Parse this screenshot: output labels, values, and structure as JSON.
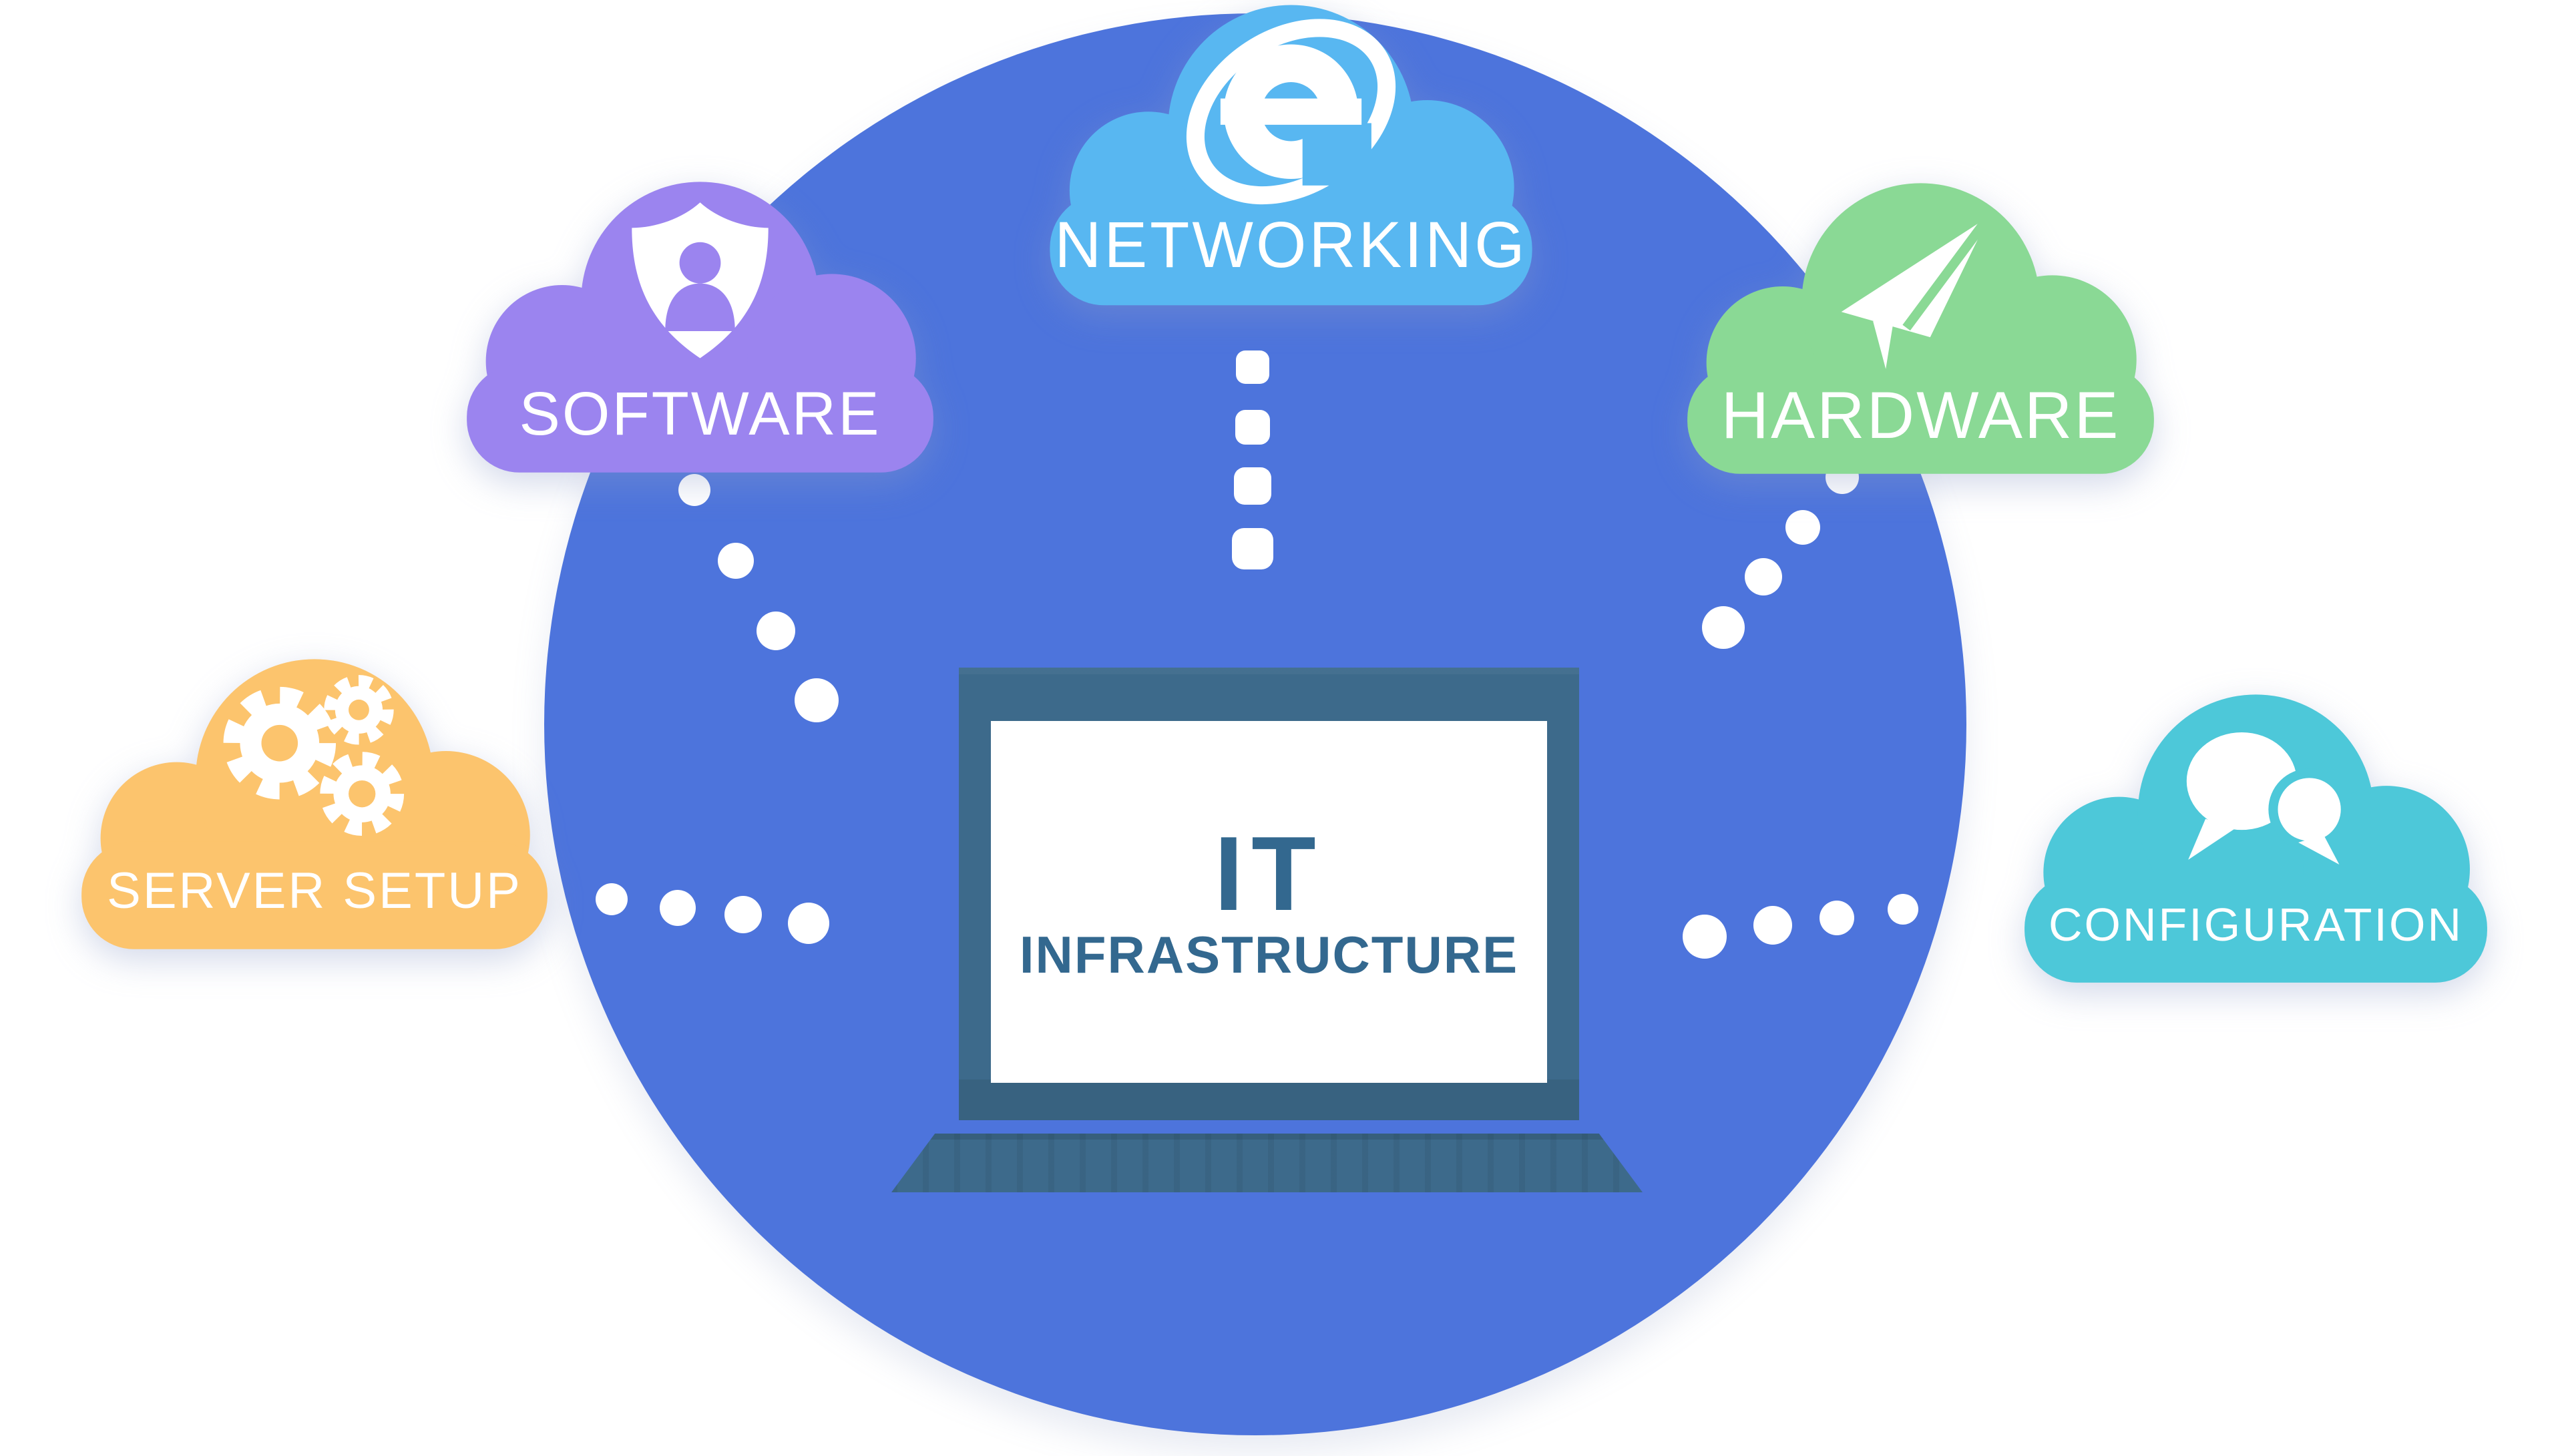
{
  "page": {
    "title": "IT INFRASTRUCTURE"
  },
  "center": {
    "device": "laptop",
    "title_line1": "IT",
    "title_line2": "INFRASTRUCTURE",
    "text_color": "#33688F",
    "frame_color": "#3D6A8B",
    "screen_color": "#FFFFFF"
  },
  "main_circle": {
    "color": "#4D74DC"
  },
  "clouds": [
    {
      "id": "networking",
      "label": "NETWORKING",
      "color": "#58B7F1",
      "icon": "internet-explorer-icon"
    },
    {
      "id": "software",
      "label": "SOFTWARE",
      "color": "#9B84EF",
      "icon": "shield-user-icon"
    },
    {
      "id": "hardware",
      "label": "HARDWARE",
      "color": "#8AD995",
      "icon": "paper-plane-icon"
    },
    {
      "id": "server_setup",
      "label": "SERVER SETUP",
      "color": "#FCC46D",
      "icon": "gears-icon"
    },
    {
      "id": "configuration",
      "label": "CONFIGURATION",
      "color": "#4DC8D9",
      "icon": "chat-bubbles-icon"
    }
  ],
  "connectors": {
    "dot_color": "#FFFFFF",
    "dots_per_line": 4
  },
  "background_color": "#FFFFFF"
}
